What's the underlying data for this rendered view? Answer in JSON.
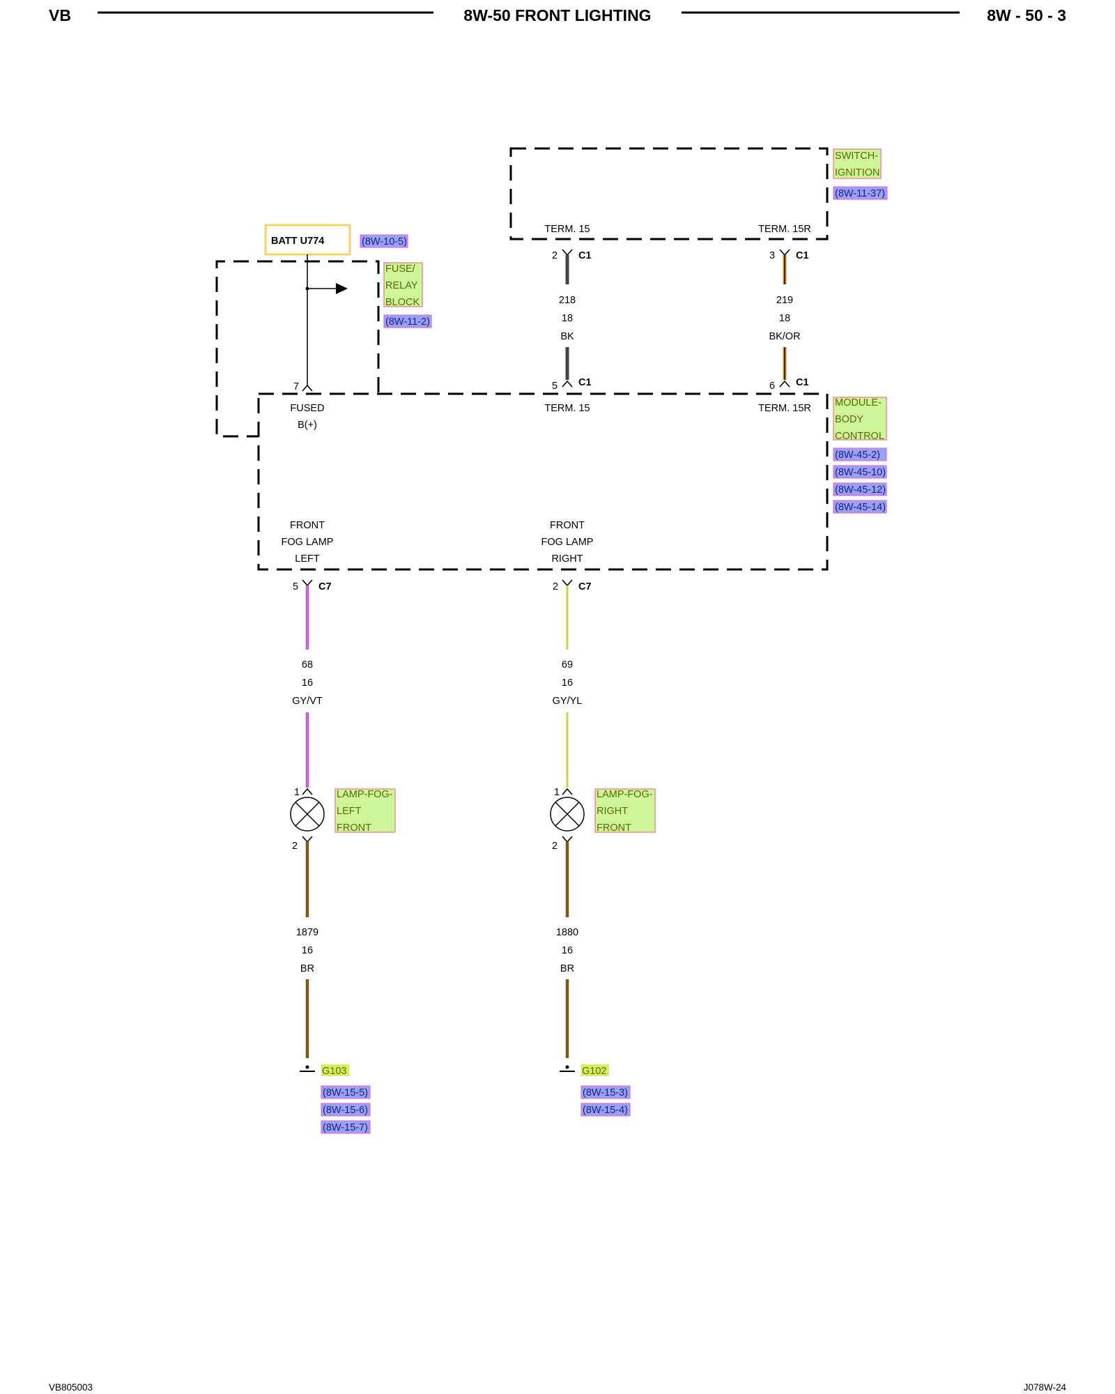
{
  "header": {
    "left": "VB",
    "title": "8W-50 FRONT LIGHTING",
    "right": "8W - 50 - 3"
  },
  "footer": {
    "left": "VB805003",
    "right": "J078W-24"
  },
  "components": {
    "switch_ignition": {
      "name_lines": [
        "SWITCH-",
        "IGNITION"
      ],
      "refs": [
        "(8W-11-37)"
      ],
      "term_left": "TERM. 15",
      "term_right": "TERM. 15R"
    },
    "batt": {
      "label": "BATT U774",
      "ref": "(8W-10-5)"
    },
    "fuse_relay_block": {
      "name_lines": [
        "FUSE/",
        "RELAY",
        "BLOCK"
      ],
      "refs": [
        "(8W-11-2)"
      ],
      "pin": "7",
      "pin_label_lines": [
        "FUSED",
        "B(+)"
      ]
    },
    "module_body_control": {
      "name_lines": [
        "MODULE-",
        "BODY",
        "CONTROL"
      ],
      "refs": [
        "(8W-45-2)",
        "(8W-45-10)",
        "(8W-45-12)",
        "(8W-45-14)"
      ],
      "term_left": "TERM. 15",
      "term_right": "TERM. 15R",
      "fog_left_lines": [
        "FRONT",
        "FOG LAMP",
        "LEFT"
      ],
      "fog_right_lines": [
        "FRONT",
        "FOG LAMP",
        "RIGHT"
      ]
    },
    "lamp_left": {
      "name_lines": [
        "LAMP-FOG-",
        "LEFT",
        "FRONT"
      ],
      "pin_top": "1",
      "pin_bottom": "2"
    },
    "lamp_right": {
      "name_lines": [
        "LAMP-FOG-",
        "RIGHT",
        "FRONT"
      ],
      "pin_top": "1",
      "pin_bottom": "2"
    },
    "ground_left": {
      "name": "G103",
      "refs": [
        "(8W-15-5)",
        "(8W-15-6)",
        "(8W-15-7)"
      ]
    },
    "ground_right": {
      "name": "G102",
      "refs": [
        "(8W-15-3)",
        "(8W-15-4)"
      ]
    }
  },
  "connectors": {
    "sw_c1_left": {
      "pin": "2",
      "name": "C1"
    },
    "sw_c1_right": {
      "pin": "3",
      "name": "C1"
    },
    "bcm_c1_left": {
      "pin": "5",
      "name": "C1"
    },
    "bcm_c1_right": {
      "pin": "6",
      "name": "C1"
    },
    "bcm_c7_left": {
      "pin": "5",
      "name": "C7"
    },
    "bcm_c7_right": {
      "pin": "2",
      "name": "C7"
    }
  },
  "wires": {
    "w218": {
      "circuit": "218",
      "gauge": "18",
      "color": "BK"
    },
    "w219": {
      "circuit": "219",
      "gauge": "18",
      "color": "BK/OR"
    },
    "w68": {
      "circuit": "68",
      "gauge": "16",
      "color": "GY/VT"
    },
    "w69": {
      "circuit": "69",
      "gauge": "16",
      "color": "GY/YL"
    },
    "w1879": {
      "circuit": "1879",
      "gauge": "16",
      "color": "BR"
    },
    "w1880": {
      "circuit": "1880",
      "gauge": "16",
      "color": "BR"
    }
  },
  "wire_colors_hex": {
    "BK": "#444444",
    "BK/OR": [
      "#1a1a1a",
      "#f08a1c"
    ],
    "GY/VT": [
      "#9a9a9a",
      "#e040e0"
    ],
    "GY/YL": [
      "#b0b0b0",
      "#f2f25a"
    ],
    "BR": "#7a5a10"
  }
}
